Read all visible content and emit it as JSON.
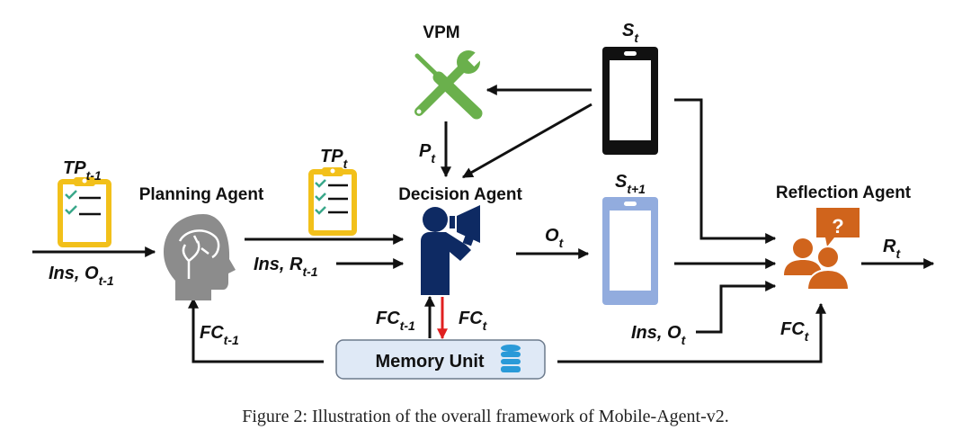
{
  "colors": {
    "planning_head": "#8c8c8c",
    "clipboard": "#f2c01a",
    "check": "#3aa88a",
    "vpm_tool": "#6ab04c",
    "decision_figure": "#0e2a63",
    "phone_current": "#111111",
    "phone_next": "#92acde",
    "reflection_figure": "#d0641c",
    "memory_fill": "#dfe9f6",
    "memory_border": "#6c7a8c",
    "database_icon": "#2a9ad8",
    "memory_write_arrow": "#e02020"
  },
  "nodes": {
    "planning_agent": {
      "label": "Planning Agent"
    },
    "decision_agent": {
      "label": "Decision Agent"
    },
    "reflection_agent": {
      "label": "Reflection Agent"
    },
    "vpm": {
      "label": "VPM"
    },
    "memory_unit": {
      "label": "Memory Unit"
    }
  },
  "labels": {
    "tp_prev": {
      "base": "TP",
      "sub": "t-1"
    },
    "tp_curr": {
      "base": "TP",
      "sub": "t"
    },
    "s_t": {
      "base": "S",
      "sub": "t"
    },
    "s_next": {
      "base": "S",
      "sub": "t+1"
    },
    "p_t": {
      "base": "P",
      "sub": "t"
    },
    "o_t": {
      "base": "O",
      "sub": "t"
    },
    "r_t": {
      "base": "R",
      "sub": "t"
    },
    "ins_o_prev": {
      "base": "Ins, O",
      "sub": "t-1"
    },
    "ins_r_prev": {
      "base": "Ins, R",
      "sub": "t-1"
    },
    "ins_o_t": {
      "base": "Ins, O",
      "sub": "t"
    },
    "fc_prev_planning": {
      "base": "FC",
      "sub": "t-1"
    },
    "fc_prev_decision": {
      "base": "FC",
      "sub": "t-1"
    },
    "fc_t_decision": {
      "base": "FC",
      "sub": "t"
    },
    "fc_t_reflection": {
      "base": "FC",
      "sub": "t"
    }
  },
  "caption": "Figure 2: Illustration of the overall framework of Mobile-Agent-v2."
}
